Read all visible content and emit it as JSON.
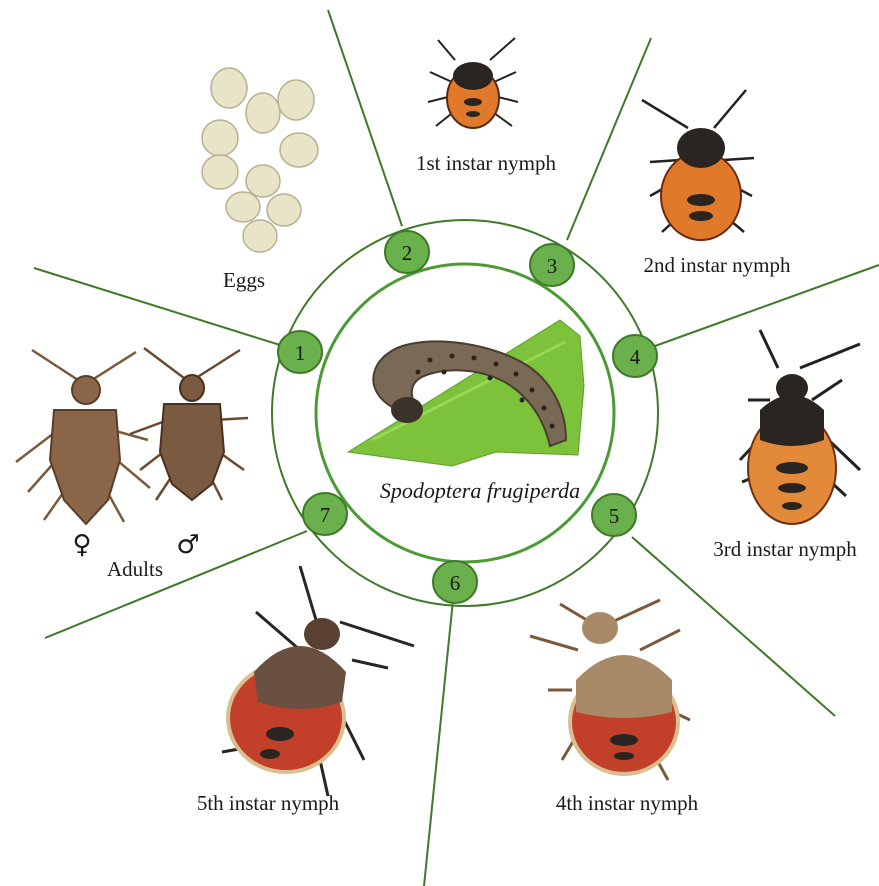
{
  "center": {
    "species": "Spodoptera frugiperda"
  },
  "stages": [
    {
      "number": "1",
      "label": "Adults"
    },
    {
      "number": "2",
      "label": "Eggs"
    },
    {
      "number": "3",
      "label": "1st instar nymph"
    },
    {
      "number": "4",
      "label": "2nd instar nymph"
    },
    {
      "number": "5",
      "label": "3rd instar nymph"
    },
    {
      "number": "6",
      "label": "4th instar nymph"
    },
    {
      "number": "7",
      "label": "5th instar nymph"
    }
  ],
  "adults": {
    "female_symbol": "♀",
    "male_symbol": "♂"
  },
  "colors": {
    "line": "#3f7a2a",
    "ring": "#3f7a2a",
    "inner_ring": "#4a9a35",
    "badge_fill": "#6ab04c",
    "leaf": "#7cc23a",
    "caterpillar": "#7a6a55",
    "bug_brown": "#8a6548",
    "nymph_orange": "#e07a2a",
    "nymph_red": "#c2402a",
    "egg": "#e8e4c8"
  },
  "icons": {
    "center": "caterpillar-on-leaf-illustration",
    "eggs": "egg-cluster-illustration",
    "adults": "stink-bug-pair-illustration",
    "nymph": "stink-bug-nymph-illustration"
  }
}
